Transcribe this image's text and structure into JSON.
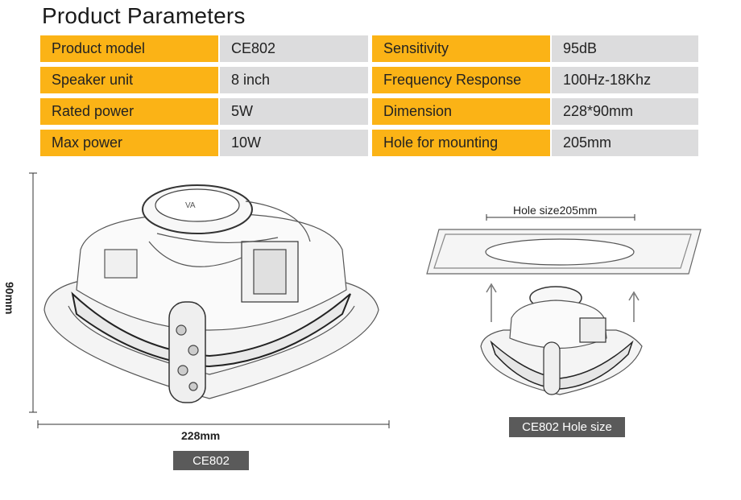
{
  "title": "Product Parameters",
  "params_left": [
    {
      "key": "Product model",
      "value": "CE802"
    },
    {
      "key": "Speaker unit",
      "value": "8 inch"
    },
    {
      "key": "Rated power",
      "value": "5W"
    },
    {
      "key": "Max power",
      "value": "10W"
    }
  ],
  "params_right": [
    {
      "key": "Sensitivity",
      "value": "95dB"
    },
    {
      "key": "Frequency Response",
      "value": "100Hz-18Khz"
    },
    {
      "key": "Dimension",
      "value": "228*90mm"
    },
    {
      "key": "Hole for mounting",
      "value": "205mm"
    }
  ],
  "dimensions": {
    "height_label": "90mm",
    "width_label": "228mm",
    "hole_label": "Hole size205mm"
  },
  "captions": {
    "left": "CE802",
    "right": "CE802 Hole size"
  },
  "colors": {
    "key_bg": "#fbb316",
    "value_bg": "#dcdcdd",
    "caption_bg": "#5a5a5a"
  }
}
